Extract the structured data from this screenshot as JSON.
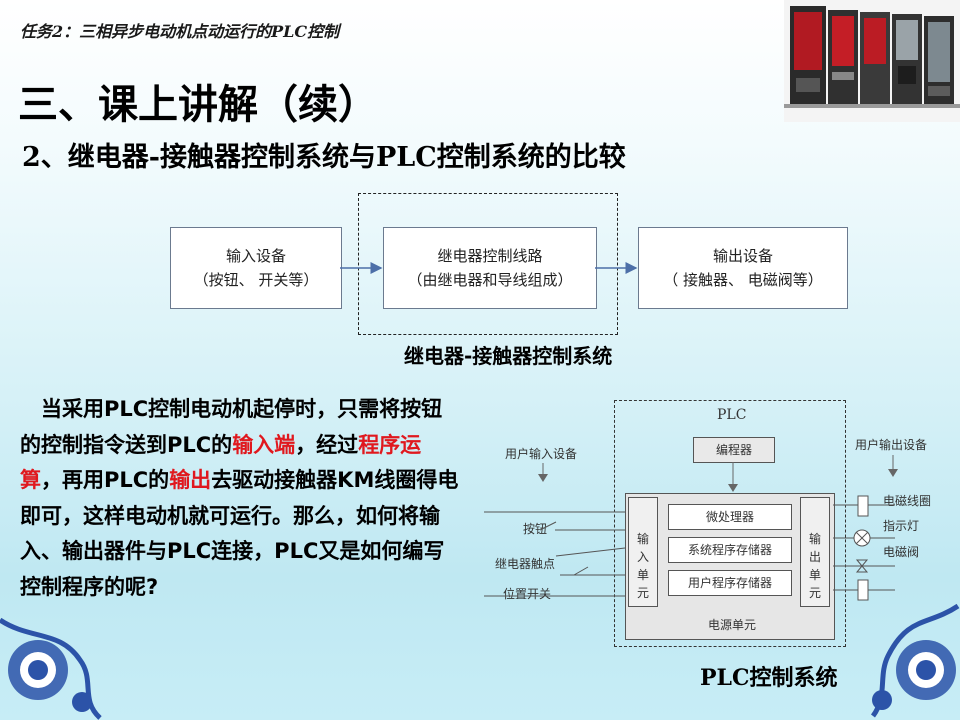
{
  "header": {
    "course_task": "任务2：三相异步电动机点动运行的PLC控制"
  },
  "slide": {
    "title": "三、课上讲解（续）",
    "subtitle": "2、继电器-接触器控制系统与PLC控制系统的比较"
  },
  "relay_diagram": {
    "input_box": {
      "line1": "输入设备",
      "line2": "（按钮、 开关等）"
    },
    "relay_box": {
      "line1": "继电器控制线路",
      "line2": "（由继电器和导线组成）"
    },
    "output_box": {
      "line1": "输出设备",
      "line2": "（ 接触器、 电磁阀等）"
    },
    "caption": "继电器-接触器控制系统"
  },
  "paragraph": {
    "p1": "当采用PLC控制电动机起停时，只需将按钮的控制指令送到PLC的",
    "hl1": "输入端",
    "p2": "，经过",
    "hl2": "程序运算",
    "p3": "，再用PLC的",
    "hl3": "输出",
    "p4": "去驱动接触器KM线圈得电即可，这样电动机就可运行。那么，如何将输入、输出器件与PLC连接，PLC又是如何编写控制程序的呢?"
  },
  "plc_diagram": {
    "plc_label": "PLC",
    "programmer": "编程器",
    "user_input_devices": "用户输入设备",
    "user_output_devices": "用户输出设备",
    "input_unit": "输\n入\n单\n元",
    "output_unit": "输\n出\n单\n元",
    "cpu": "微处理器",
    "system_memory": "系统程序存储器",
    "user_memory": "用户程序存储器",
    "power_unit": "电源单元",
    "button": "按钮",
    "relay_contact": "继电器触点",
    "position_switch": "位置开关",
    "solenoid_coil": "电磁线圈",
    "indicator_lamp": "指示灯",
    "solenoid_valve": "电磁阀",
    "caption": "PLC控制系统"
  },
  "colors": {
    "highlight": "#e0181e",
    "background_top": "#ffffff",
    "background_bottom": "#bfe8f2"
  }
}
